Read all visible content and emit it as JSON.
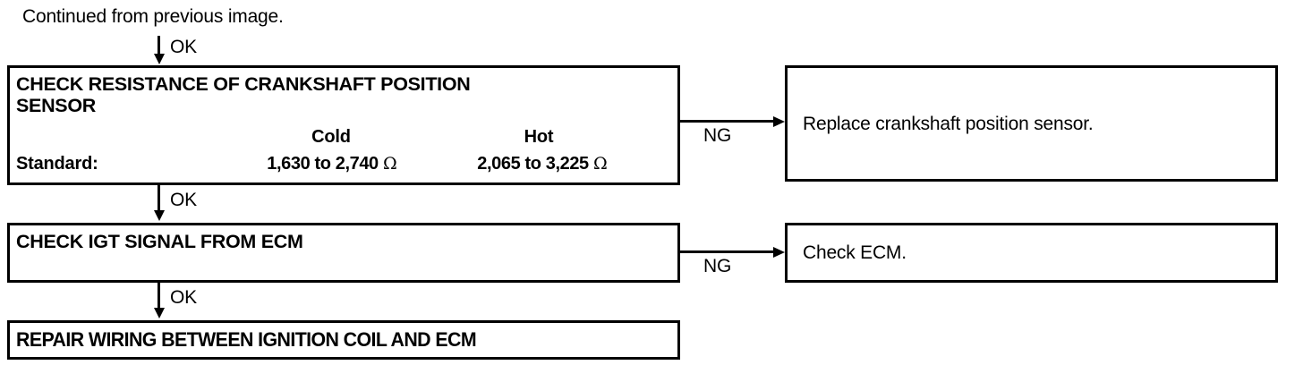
{
  "document": {
    "type": "troubleshooting-flowchart",
    "continued_note": "Continued from previous image."
  },
  "nodes": [
    {
      "id": "check-resistance",
      "title": "CHECK RESISTANCE OF CRANKSHAFT POSITION\nSENSOR",
      "spec_label": "Standard:",
      "columns": [
        "Cold",
        "Hot"
      ],
      "values": [
        "1,630 to 2,740 ",
        "2,065 to 3,225 "
      ],
      "unit": "Ω"
    },
    {
      "id": "check-igt",
      "title": "CHECK IGT SIGNAL FROM ECM"
    },
    {
      "id": "repair-wiring",
      "title": "REPAIR WIRING BETWEEN IGNITION COIL AND ECM"
    },
    {
      "id": "replace-sensor",
      "title": "Replace crankshaft position sensor."
    },
    {
      "id": "check-ecm",
      "title": "Check ECM."
    }
  ],
  "edges": {
    "ok_into_first": "OK",
    "ng_to_replace_sensor": "NG",
    "ok_to_check_igt": "OK",
    "ng_to_check_ecm": "NG",
    "ok_to_repair_wiring": "OK"
  },
  "style": {
    "line_color": "#000000",
    "background": "#ffffff"
  }
}
